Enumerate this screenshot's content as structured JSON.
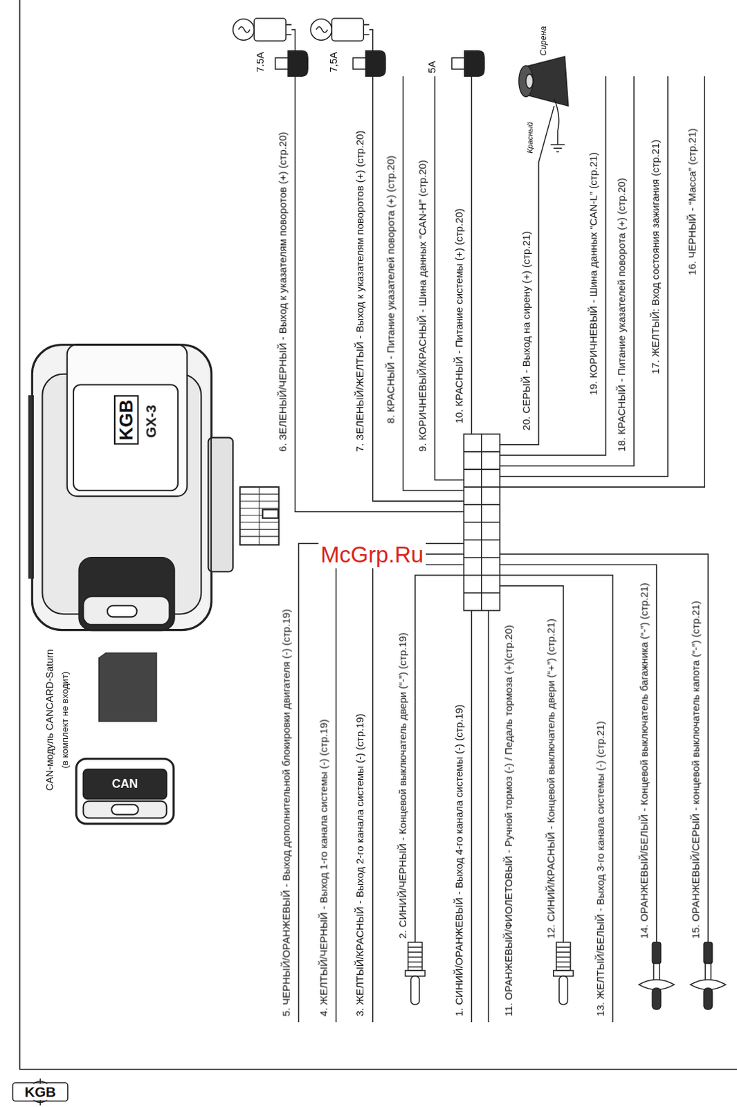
{
  "diagram": {
    "nodes": [
      {
        "text": [
          "KGB",
          "GX-3"
        ]
      },
      {
        "text": [
          "CAN"
        ]
      }
    ],
    "labels": [
      "7.5A",
      "7,5A",
      "5A",
      "Сирена",
      "Красный",
      "6. ЗЕЛЕНЫЙ/ЧЕРНЫЙ - Выход к указателям поворотов (+) (стр.20)",
      "7. ЗЕЛЕНЫЙ/ЖЕЛТЫЙ - Выход к указателям поворотов (+) (стр.20)",
      "8. КРАСНЫЙ - Питание указателей поворота (+) (стр.20)",
      "9. КОРИЧНЕВЫЙ/КРАСНЫЙ - Шина данных “CAN-H” (стр.20)",
      "10. КРАСНЫЙ - Питание системы (+) (стр.20)",
      "20. СЕРЫЙ - Выход на сирену (+) (стр.21)",
      "19. КОРИЧНЕВЫЙ - Шина данных “CAN-L” (стр.21)",
      "18. КРАСНЫЙ - Питание указателей поворота (+) (стр.20)",
      "17. ЖЕЛТЫЙ: Вход состояния зажигания (стр.21)",
      "16. ЧЕРНЫЙ - “Масса” (стр.21)",
      "5. ЧЕРНЫЙ/ОРАНЖЕВЫЙ - Выход дополнительной блокировки двигателя (-) (стр.19)",
      "4. ЖЕЛТЫЙ/ЧЕРНЫЙ - Выход 1-го канала системы (-) (стр.19)",
      "3. ЖЕЛТЫЙ/КРАСНЫЙ - Выход 2-го канала системы (-) (стр.19)",
      "2. СИНИЙ/ЧЕРНЫЙ - Концевой выключатель двери (“-”) (стр.19)",
      "1. СИНИЙ/ОРАНЖЕВЫЙ - Выход 4-го канала системы (-) (стр.19)",
      "11. ОРАНЖЕВЫЙ/ФИОЛЕТОВЫЙ - Ручной тормоз (-) / Педаль тормоза (+)(стр.20)",
      "12. СИНИЙ/КРАСНЫЙ - Концевой выключатель двери (“+”) (стр.21)",
      "13. ЖЕЛТЫЙ/БЕЛЫЙ - Выход 3-го канала системы (-) (стр.21)",
      "14. ОРАНЖЕВЫЙ/БЕЛЫЙ - Концевой выключатель багажника (“-”) (стр.21)",
      "15. ОРАНЖЕВЫЙ/СЕРЫЙ - концевой выключатель капота (“-”) (стр.21)",
      "CAN-модуль CANCARD-Saturn",
      "(в комплект не входит)",
      "McGrp.Ru",
      "KGB"
    ]
  }
}
